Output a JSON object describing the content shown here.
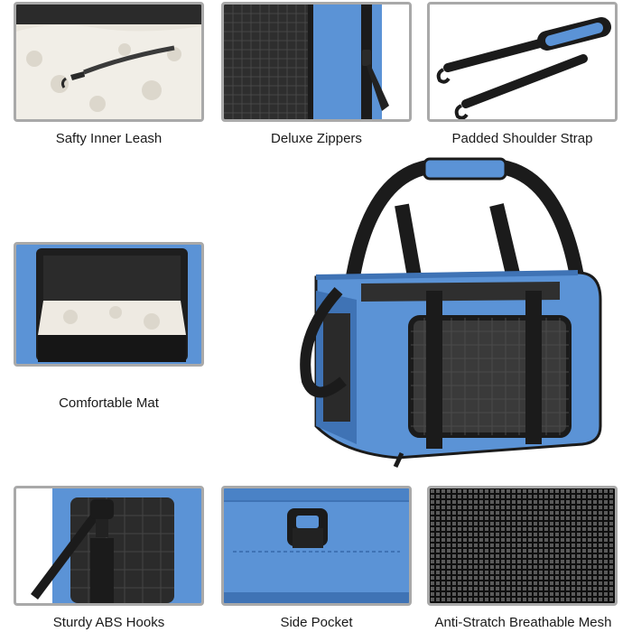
{
  "captions": {
    "inner_leash": "Safty Inner Leash",
    "zippers": "Deluxe Zippers",
    "shoulder_strap": "Padded Shoulder Strap",
    "mat": "Comfortable Mat",
    "hooks": "Sturdy ABS Hooks",
    "side_pocket": "Side Pocket",
    "mesh": "Anti-Stratch Breathable Mesh"
  },
  "colors": {
    "fabric_blue": "#5b93d6",
    "fabric_blue_dark": "#3f73b5",
    "strap_black": "#1b1b1b",
    "mesh_gray": "#3a3a3a",
    "fleece": "#eeeae2",
    "panel_border": "#a9a9a9"
  },
  "icons": [
    "leash-clip-icon",
    "zipper-pull-icon",
    "strap-hook-icon",
    "d-ring-icon"
  ]
}
